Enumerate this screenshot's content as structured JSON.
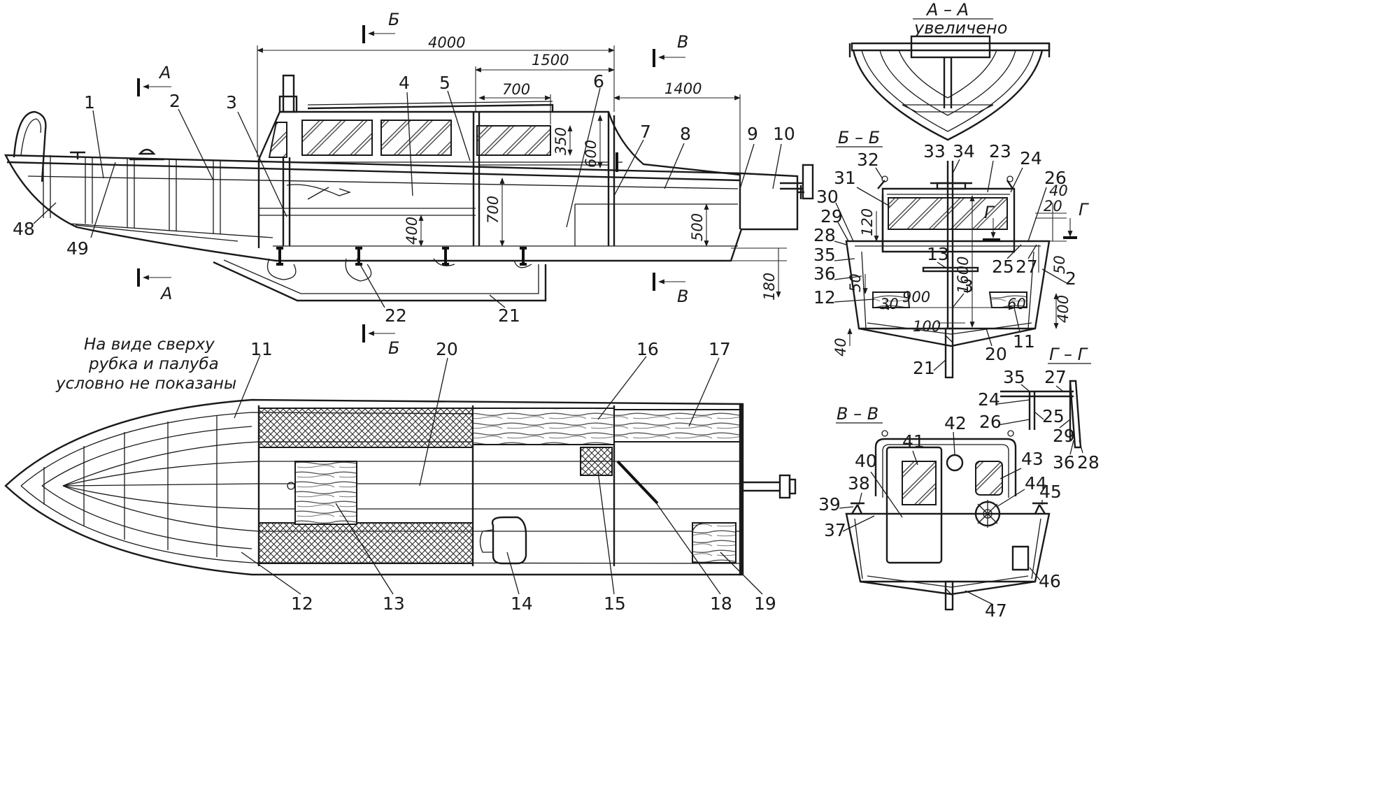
{
  "views": {
    "side_view": {
      "dimensions": [
        "4000",
        "1500",
        "700",
        "1400",
        "350",
        "600",
        "700",
        "400",
        "500",
        "180"
      ],
      "section_marks": [
        {
          "letter": "А"
        },
        {
          "letter": "А"
        },
        {
          "letter": "Б"
        },
        {
          "letter": "Б"
        },
        {
          "letter": "В"
        },
        {
          "letter": "В"
        }
      ],
      "callouts": [
        "1",
        "2",
        "3",
        "4",
        "5",
        "6",
        "7",
        "8",
        "9",
        "10",
        "48",
        "49",
        "22",
        "21"
      ]
    },
    "top_view": {
      "note_lines": [
        "На виде сверху",
        "рубка и палуба",
        "условно не показаны"
      ],
      "callouts": [
        "11",
        "20",
        "16",
        "17",
        "12",
        "13",
        "14",
        "15",
        "18",
        "19"
      ]
    },
    "section_aa": {
      "title": "А – А",
      "subtitle": "увеличено"
    },
    "section_bb": {
      "title": "Б – Б",
      "dimensions": [
        "120",
        "1600",
        "40",
        "20",
        "50",
        "50",
        "900",
        "30",
        "60",
        "100",
        "400",
        "40"
      ],
      "callouts": [
        "32",
        "33",
        "34",
        "23",
        "24",
        "26",
        "31",
        "30",
        "29",
        "28",
        "35",
        "36",
        "12",
        "13",
        "3",
        "2",
        "25",
        "27",
        "11",
        "20",
        "21"
      ],
      "mark_letter": "Г"
    },
    "section_gg": {
      "title": "Г – Г",
      "callouts": [
        "35",
        "27",
        "24",
        "25",
        "26",
        "29",
        "36",
        "28"
      ]
    },
    "section_vv": {
      "title": "В – В",
      "callouts": [
        "42",
        "41",
        "40",
        "43",
        "44",
        "38",
        "45",
        "39",
        "37",
        "46",
        "47"
      ]
    }
  },
  "palette": {
    "ink": "#1a1a1a",
    "paper": "#ffffff",
    "wood_dark": "#8a8a8a"
  }
}
